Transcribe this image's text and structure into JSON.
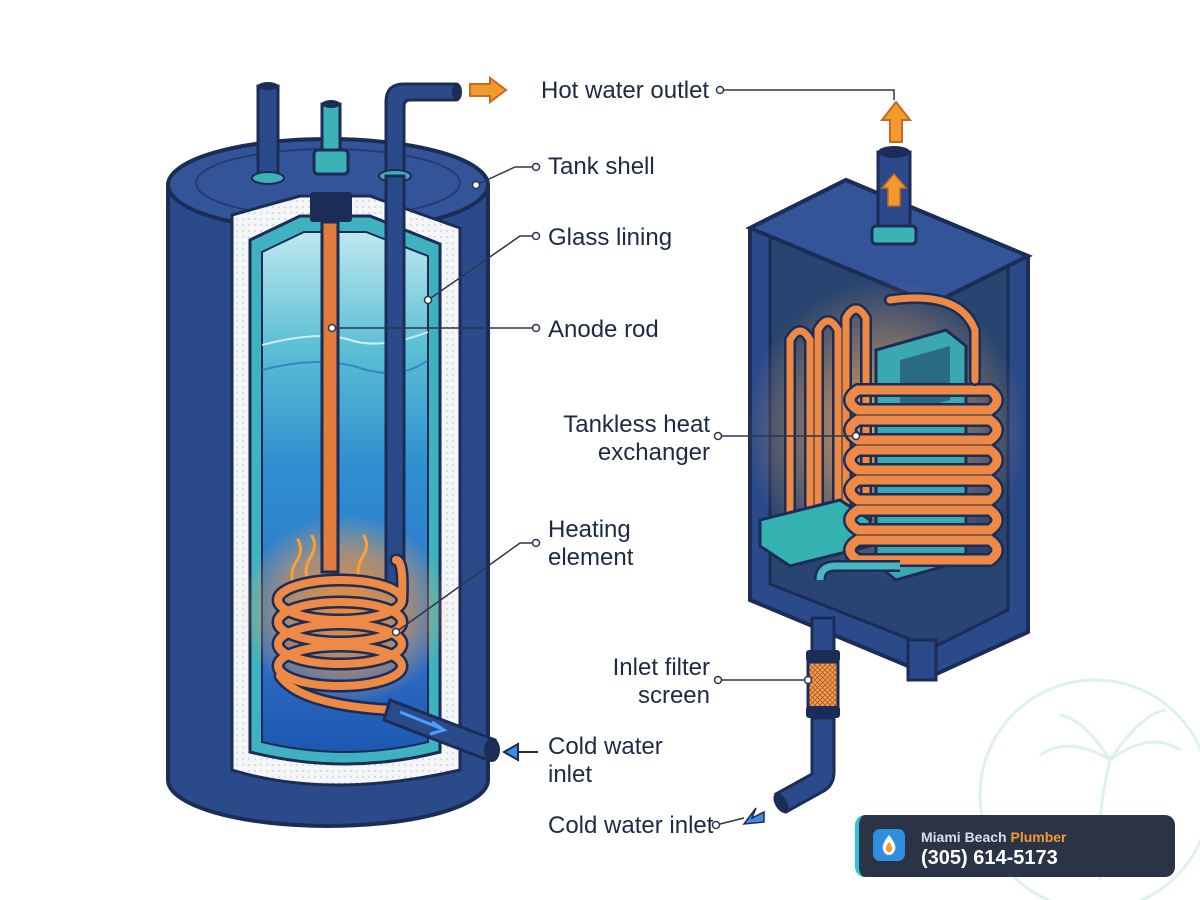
{
  "labels": {
    "hot_water_outlet": "Hot water outlet",
    "tank_shell": "Tank shell",
    "glass_lining": "Glass lining",
    "anode_rod": "Anode rod",
    "tankless_heat_exchanger": "Tankless heat\nexchanger",
    "heating_element": "Heating\nelement",
    "inlet_filter_screen": "Inlet filter\nscreen",
    "cold_water_inlet_tank": "Cold water\ninlet",
    "cold_water_inlet_tankless": "Cold water inlet"
  },
  "badge": {
    "brand_name": "Miami Beach",
    "brand_accent": "Plumber",
    "phone": "(305) 614-5173",
    "icon": "water-drop-icon"
  },
  "colors": {
    "tank_navy": "#2b4a8a",
    "outline": "#1b2c57",
    "copper": "#e07a3a",
    "water_teal": "#2fa6b8",
    "water_blue": "#1f6fc4",
    "accent_orange": "#f39a2e",
    "badge_bg": "#2a3446"
  }
}
